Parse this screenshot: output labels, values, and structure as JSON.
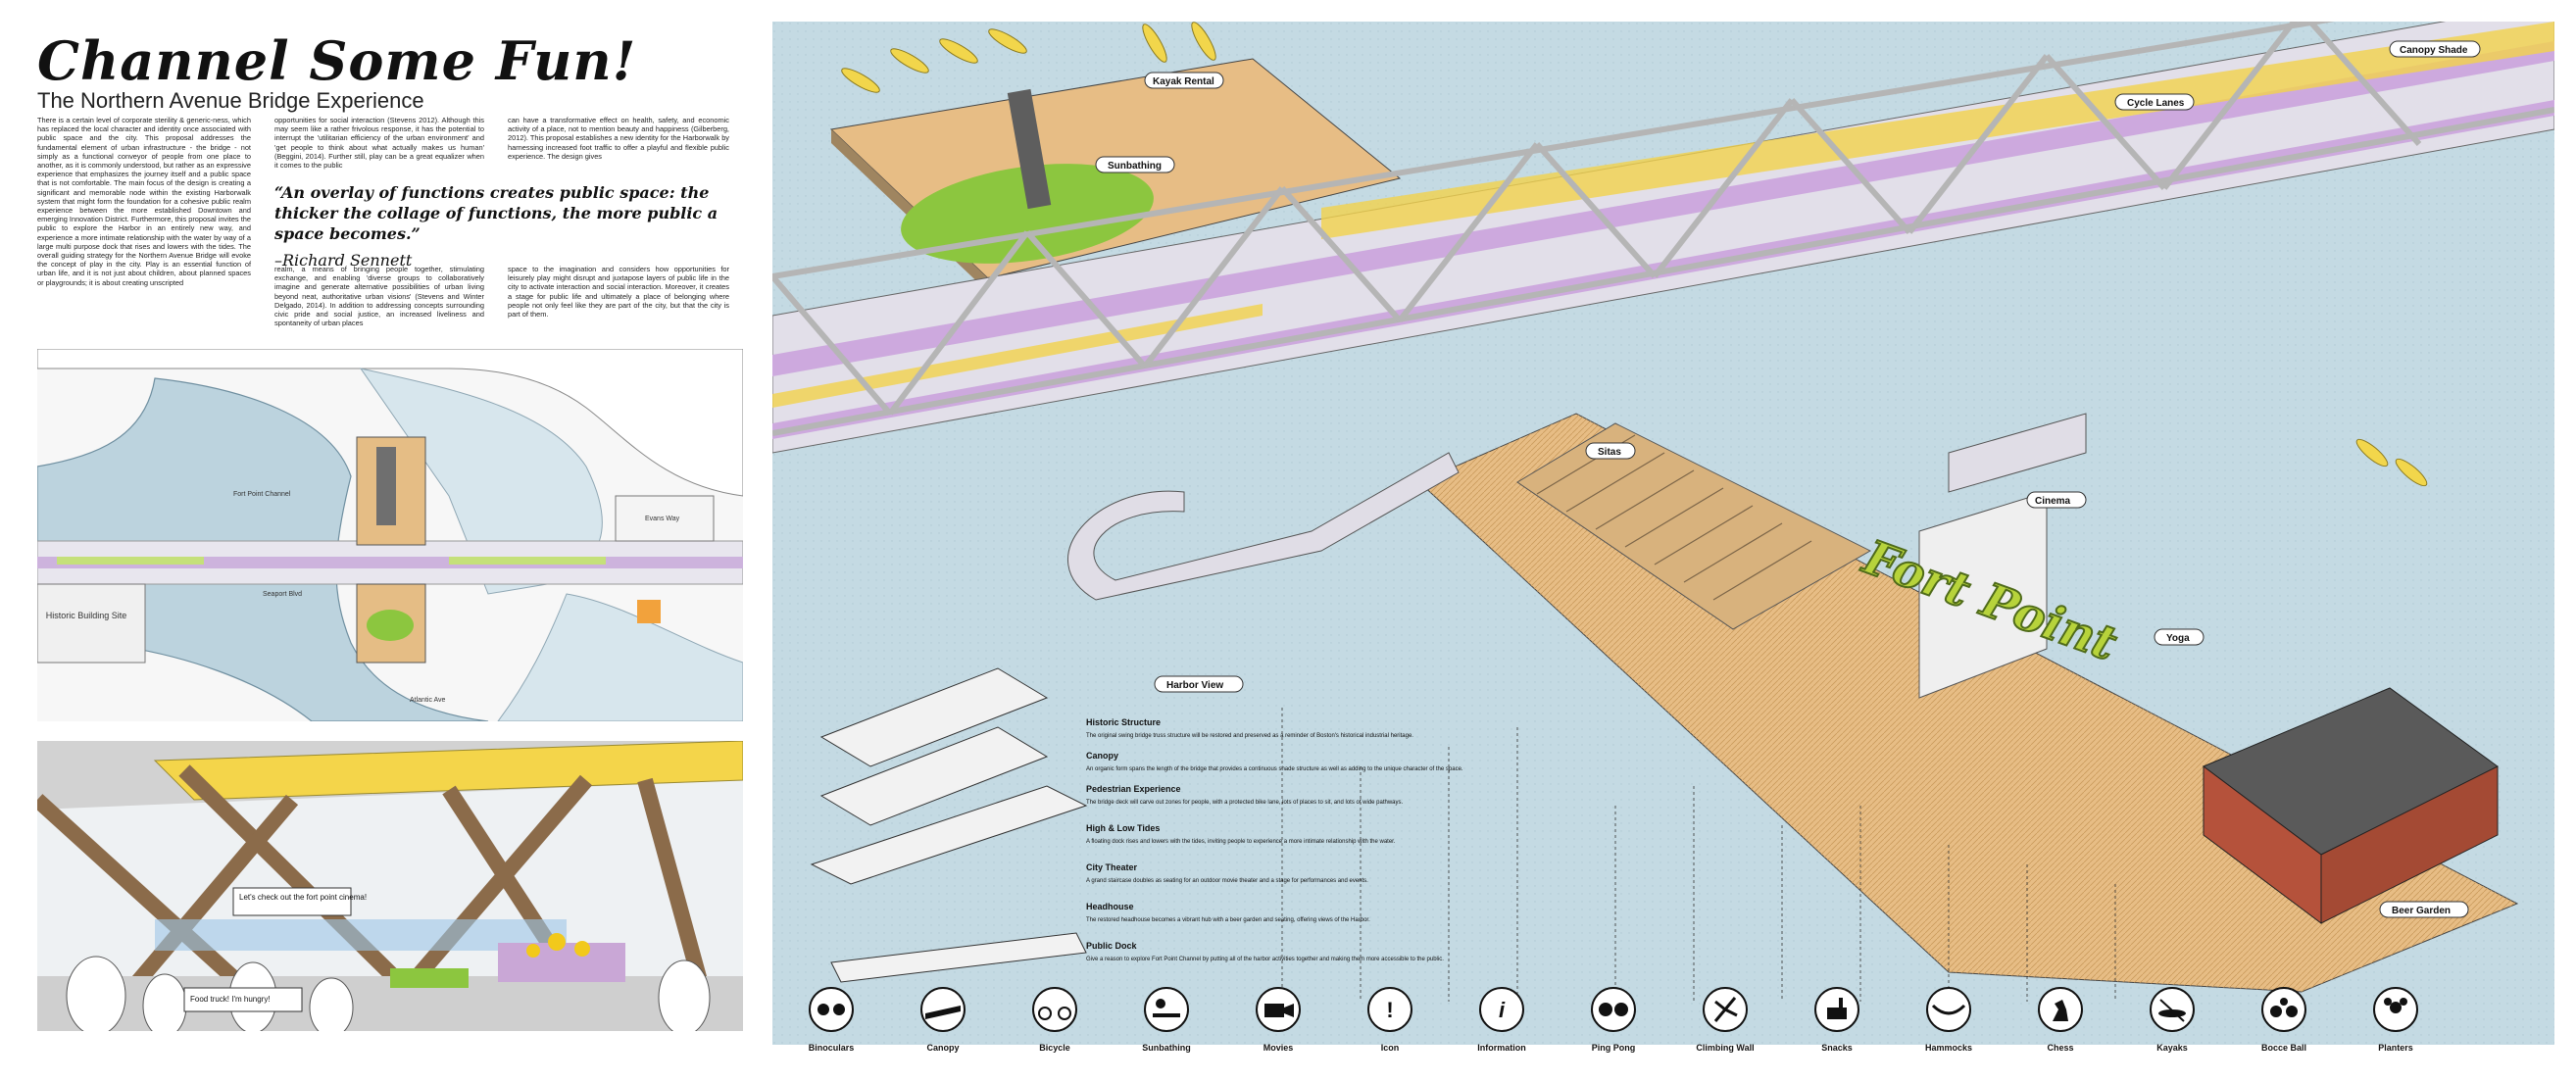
{
  "header": {
    "title": "Channel Some Fun!",
    "subtitle": "The Northern Avenue Bridge Experience"
  },
  "body": {
    "col1": "There is a certain level of corporate sterility & generic-ness, which has replaced the local character and identity once associated with public space and the city. This proposal addresses the fundamental element of urban infrastructure - the bridge - not simply as a functional conveyor of people from one place to another, as it is commonly understood, but rather as an expressive experience that emphasizes the journey itself and a public space that is not comfortable. The main focus of the design is creating a significant and memorable node within the existing Harborwalk system that might form the foundation for a cohesive public realm experience between the more established Downtown and emerging Innovation District. Furthermore, this proposal invites the public to explore the Harbor in an entirely new way, and experience a more intimate relationship with the water by way of a large multi purpose dock that rises and lowers with the tides. The overall guiding strategy for the Northern Avenue Bridge will evoke the concept of play in the city. Play is an essential function of urban life, and it is not just about children, about planned spaces or playgrounds; it is about creating unscripted",
    "col2": "opportunities for social interaction (Stevens 2012). Although this may seem like a rather frivolous response, it has the potential to interrupt the 'utilitarian efficiency of the urban environment' and 'get people to think about what actually makes us human' (Beggini, 2014). Further still, play can be a great equalizer when it comes to the public",
    "col3": "can have a transformative effect on health, safety, and economic activity of a place, not to mention beauty and happiness (Gilberberg, 2012). This proposal establishes a new identity for the Harborwalk by harnessing increased foot traffic to offer a playful and flexible public experience. The design gives",
    "col4": "realm, a means of bringing people together, stimulating exchange, and enabling 'diverse groups to collaboratively imagine and generate alternative possibilities of urban living beyond neat, authoritative urban visions' (Stevens and Winter Delgado, 2014). In addition to addressing concepts surrounding civic pride and social justice, an increased liveliness and spontaneity of urban places",
    "col5": "space to the imagination and considers how opportunities for leisurely play might disrupt and juxtapose layers of public life in the city to activate interaction and social interaction. Moreover, it creates a stage for public life and ultimately a place of belonging where people not only feel like they are part of the city, but that the city is part of them."
  },
  "quote": {
    "text": "“An overlay of functions creates public space: the thicker the collage of functions, the more public a space becomes.”",
    "author": "–Richard Sennett"
  },
  "plan": {
    "labels": [
      "Historic Building Site",
      "Seaport Blvd",
      "Fort Point Channel",
      "Evans Way",
      "Atlantic Ave"
    ]
  },
  "perspective": {
    "callouts": [
      "Let's check out the fort point cinema!",
      "Food truck! I'm hungry!"
    ]
  },
  "axon": {
    "labels": {
      "kayak_rental": "Kayak Rental",
      "sunbathing": "Sunbathing",
      "canopy_shade": "Canopy Shade",
      "cycle_lanes": "Cycle Lanes",
      "sitas": "Sitas",
      "cinema": "Cinema",
      "yoga": "Yoga",
      "harbor_view": "Harbor View",
      "beer_garden": "Beer Garden",
      "sign": "Fort Point"
    }
  },
  "legend": [
    {
      "title": "Historic Structure",
      "text": "The original swing bridge truss structure will be restored and preserved as a reminder of Boston's historical industrial heritage."
    },
    {
      "title": "Canopy",
      "text": "An organic form spans the length of the bridge that provides a continuous shade structure as well as adding to the unique character of the space."
    },
    {
      "title": "Pedestrian Experience",
      "text": "The bridge deck will carve out zones for people, with a protected bike lane, lots of places to sit, and lots of wide pathways."
    },
    {
      "title": "High & Low Tides",
      "text": "A floating dock rises and lowers with the tides, inviting people to experience a more intimate relationship with the water."
    },
    {
      "title": "City Theater",
      "text": "A grand staircase doubles as seating for an outdoor movie theater and a stage for performances and events."
    },
    {
      "title": "Headhouse",
      "text": "The restored headhouse becomes a vibrant hub with a beer garden and seating, offering views of the Harbor."
    },
    {
      "title": "Public Dock",
      "text": "Give a reason to explore Fort Point Channel by putting all of the harbor activities together and making them more accessible to the public."
    }
  ],
  "amenities": [
    {
      "icon": "binoculars-icon",
      "label": "Binoculars"
    },
    {
      "icon": "canopy-icon",
      "label": "Canopy"
    },
    {
      "icon": "bicycle-icon",
      "label": "Bicycle"
    },
    {
      "icon": "sunbathing-icon",
      "label": "Sunbathing"
    },
    {
      "icon": "movies-icon",
      "label": "Movies"
    },
    {
      "icon": "icon-icon",
      "label": "Icon"
    },
    {
      "icon": "information-icon",
      "label": "Information"
    },
    {
      "icon": "ping-pong-icon",
      "label": "Ping Pong"
    },
    {
      "icon": "climbing-wall-icon",
      "label": "Climbing Wall"
    },
    {
      "icon": "snacks-icon",
      "label": "Snacks"
    },
    {
      "icon": "hammocks-icon",
      "label": "Hammocks"
    },
    {
      "icon": "chess-icon",
      "label": "Chess"
    },
    {
      "icon": "kayaks-icon",
      "label": "Kayaks"
    },
    {
      "icon": "bocce-ball-icon",
      "label": "Bocce Ball"
    },
    {
      "icon": "planters-icon",
      "label": "Planters"
    }
  ],
  "colors": {
    "water": "#c8dde5",
    "deck": "#e9c08b",
    "lawn": "#8cc63f",
    "canopy_yellow": "#f2d64b",
    "canopy_purple": "#c9a7d6",
    "brick": "#b5523b",
    "roof": "#5a5a5a",
    "sign_green": "#b7d33b"
  }
}
